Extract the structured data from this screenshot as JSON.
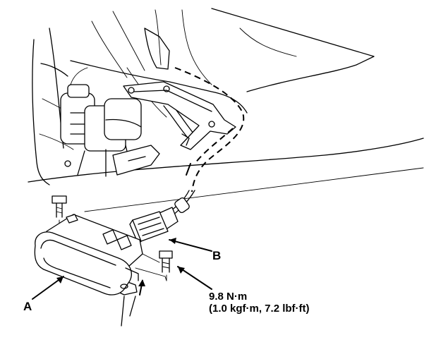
{
  "callouts": {
    "a": "A",
    "b": "B"
  },
  "torque": {
    "nm": "9.8 N·m",
    "alt": "(1.0 kgf·m, 7.2 lbf·ft)"
  }
}
